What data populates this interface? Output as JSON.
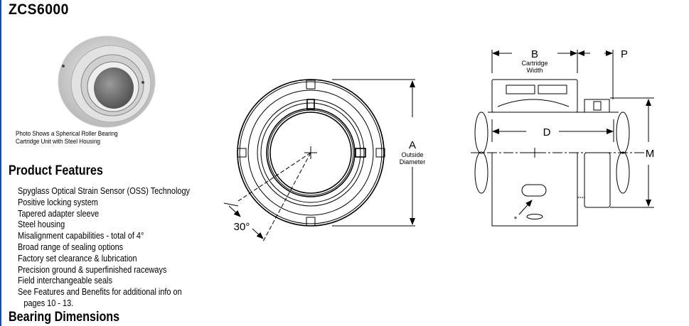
{
  "title": "ZCS6000",
  "photo_caption": [
    "Photo Shows a Spherical Roller Bearing",
    "Cartridge Unit with Steel Housing"
  ],
  "product_features": {
    "heading": "Product Features",
    "items": [
      "Spyglass Optical Strain Sensor (OSS) Technology",
      "Positive locking system",
      "Tapered adapter sleeve",
      "Steel housing",
      "Misalignment capabilities - total of 4°",
      "Broad range of sealing options",
      "Factory set clearance & lubrication",
      "Precision ground & superfinished raceways",
      "Field interchangeable seals",
      "See Features and Benefits for additional info on",
      "pages 10 - 13."
    ]
  },
  "bearing_dimensions_heading": "Bearing Dimensions",
  "front_view": {
    "dim_a": "A",
    "dim_a_desc": [
      "Outside",
      "Diameter"
    ],
    "angle": "30°"
  },
  "side_view": {
    "dim_b": "B",
    "dim_b_desc": [
      "Cartridge",
      "Width"
    ],
    "dim_p": "P",
    "dim_d": "D",
    "dim_m": "M",
    "note_mark": "*"
  },
  "colors": {
    "left_border": "#1b4f9c"
  }
}
